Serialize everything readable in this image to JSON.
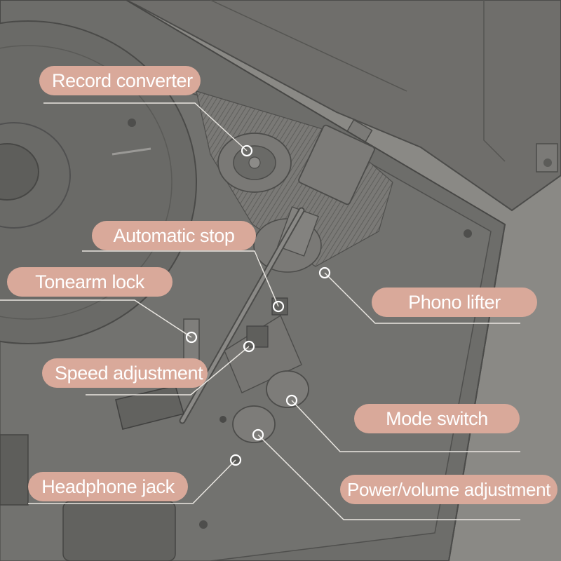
{
  "colors": {
    "background": "#8a8985",
    "body": "#6e6e6b",
    "label_fill": "#d9a99a",
    "label_text": "#ffffff",
    "leader_line": "#e9e6e1"
  },
  "labels": {
    "record_converter": "Record converter",
    "automatic_stop": "Automatic stop",
    "tonearm_lock": "Tonearm lock",
    "speed_adjustment": "Speed adjustment",
    "headphone_jack": "Headphone jack",
    "phono_lifter": "Phono lifter",
    "mode_switch": "Mode switch",
    "power_volume_adjustment": "Power/volume adjustment"
  }
}
